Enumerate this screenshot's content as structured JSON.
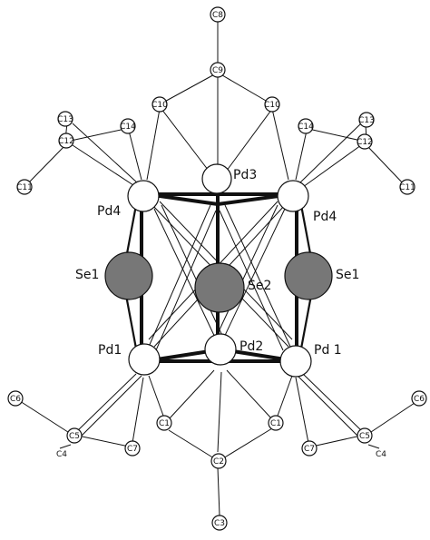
{
  "labels": {
    "pd1_left": "Pd1",
    "pd1_right": "Pd 1",
    "pd2": "Pd2",
    "pd3": "Pd3",
    "pd4_left": "Pd4",
    "pd4_right": "Pd4",
    "se1_left": "Se1",
    "se1_right": "Se1",
    "se2": "Se2",
    "c1_left": "C1",
    "c1_right": "C1",
    "c2": "C2",
    "c3": "C3",
    "c4_left": "C4",
    "c4_right": "C4",
    "c5_left": "C5",
    "c5_right": "C5",
    "c6_left": "C6",
    "c6_right": "C6",
    "c7_left": "C7",
    "c7_right": "C7",
    "c8": "C8",
    "c9": "C9",
    "c10_left": "C10",
    "c10_right": "C10",
    "c11_left": "C11",
    "c11_right": "C11",
    "c12_left": "C12",
    "c12_right": "C12",
    "c13_left": "C13",
    "c13_right": "C13",
    "c14_left": "C14",
    "c14_right": "C14"
  }
}
